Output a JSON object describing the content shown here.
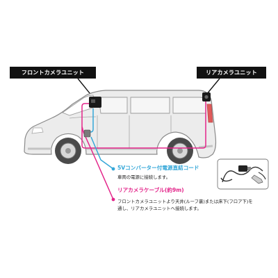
{
  "labels": {
    "front_unit": "フロントカメラユニット",
    "rear_unit": "リアカメラユニット"
  },
  "power_cord": {
    "title": "5Vコンバーター付電源直結コード",
    "description": "車両の電源に接続します。"
  },
  "rear_cable": {
    "title": "リアカメラケーブル(約9m)",
    "description_line1": "フロントカメラユニットより天井(ルーフ裏)または床下(フロア下)を",
    "description_line2": "通し、リアカメラユニットへ接続します。"
  },
  "colors": {
    "label_bg": "#111111",
    "power_cord": "#35a7d8",
    "rear_cable": "#e3258a",
    "car_body": "#ececec",
    "car_outline": "#8a8a8a",
    "tire": "#4a4a4a"
  }
}
